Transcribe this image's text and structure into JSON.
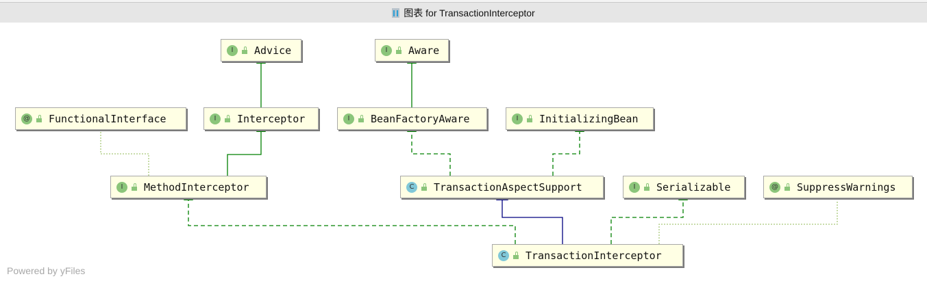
{
  "window": {
    "title": "图表 for TransactionInterceptor",
    "title_icon": "diagram-icon"
  },
  "nodes": {
    "advice": {
      "label": "Advice",
      "kind": "I"
    },
    "aware": {
      "label": "Aware",
      "kind": "I"
    },
    "functional_interface": {
      "label": "FunctionalInterface",
      "kind": "@"
    },
    "interceptor": {
      "label": "Interceptor",
      "kind": "I"
    },
    "bean_factory_aware": {
      "label": "BeanFactoryAware",
      "kind": "I"
    },
    "initializing_bean": {
      "label": "InitializingBean",
      "kind": "I"
    },
    "method_interceptor": {
      "label": "MethodInterceptor",
      "kind": "I"
    },
    "transaction_aspect_support": {
      "label": "TransactionAspectSupport",
      "kind": "C"
    },
    "serializable": {
      "label": "Serializable",
      "kind": "I"
    },
    "suppress_warnings": {
      "label": "SuppressWarnings",
      "kind": "@"
    },
    "transaction_interceptor": {
      "label": "TransactionInterceptor",
      "kind": "C"
    }
  },
  "edges": [
    {
      "from": "Interceptor",
      "to": "Advice",
      "type": "extends"
    },
    {
      "from": "BeanFactoryAware",
      "to": "Aware",
      "type": "extends"
    },
    {
      "from": "MethodInterceptor",
      "to": "Interceptor",
      "type": "extends"
    },
    {
      "from": "MethodInterceptor",
      "to": "FunctionalInterface",
      "type": "annotation"
    },
    {
      "from": "TransactionAspectSupport",
      "to": "BeanFactoryAware",
      "type": "implements"
    },
    {
      "from": "TransactionAspectSupport",
      "to": "InitializingBean",
      "type": "implements"
    },
    {
      "from": "TransactionInterceptor",
      "to": "MethodInterceptor",
      "type": "implements"
    },
    {
      "from": "TransactionInterceptor",
      "to": "TransactionAspectSupport",
      "type": "extends"
    },
    {
      "from": "TransactionInterceptor",
      "to": "Serializable",
      "type": "implements"
    },
    {
      "from": "TransactionInterceptor",
      "to": "SuppressWarnings",
      "type": "annotation"
    }
  ],
  "colors": {
    "node_fill": "#ffffe4",
    "interface_edge": "#008000",
    "class_edge": "#000080",
    "annotation_edge": "#a8c878"
  },
  "footer": {
    "powered_by": "Powered by yFiles"
  }
}
